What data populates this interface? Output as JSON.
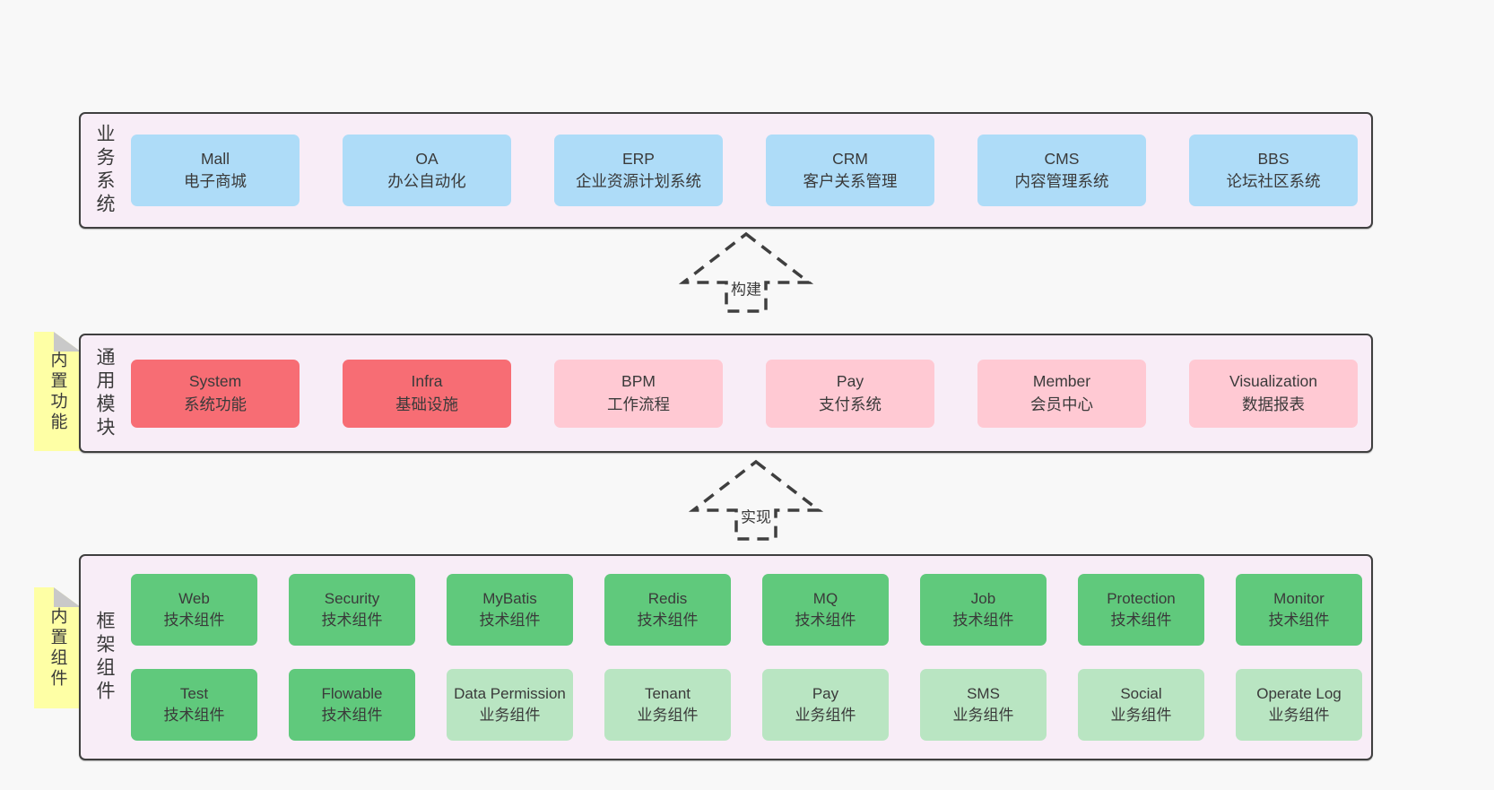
{
  "colors": {
    "page_bg": "#f8f8f8",
    "panel_bg": "#f8edf7",
    "panel_border": "#3f3f3f",
    "blue": "#aedcf8",
    "red": "#f76d74",
    "pink": "#ffc9d3",
    "green": "#60c97c",
    "light_green": "#b9e5c2",
    "note_yellow": "#feffa5",
    "note_fold": "#c9c9c9",
    "text": "#3a3a3a"
  },
  "arrows": [
    {
      "label": "构建"
    },
    {
      "label": "实现"
    }
  ],
  "layers": [
    {
      "label": "业务系统",
      "rows": [
        [
          {
            "name": "Mall",
            "desc": "电子商城",
            "color": "blue"
          },
          {
            "name": "OA",
            "desc": "办公自动化",
            "color": "blue"
          },
          {
            "name": "ERP",
            "desc": "企业资源计划系统",
            "color": "blue"
          },
          {
            "name": "CRM",
            "desc": "客户关系管理",
            "color": "blue"
          },
          {
            "name": "CMS",
            "desc": "内容管理系统",
            "color": "blue"
          },
          {
            "name": "BBS",
            "desc": "论坛社区系统",
            "color": "blue"
          }
        ]
      ]
    },
    {
      "label": "通用模块",
      "note": "内置功能",
      "rows": [
        [
          {
            "name": "System",
            "desc": "系统功能",
            "color": "red"
          },
          {
            "name": "Infra",
            "desc": "基础设施",
            "color": "red"
          },
          {
            "name": "BPM",
            "desc": "工作流程",
            "color": "pink"
          },
          {
            "name": "Pay",
            "desc": "支付系统",
            "color": "pink"
          },
          {
            "name": "Member",
            "desc": "会员中心",
            "color": "pink"
          },
          {
            "name": "Visualization",
            "desc": "数据报表",
            "color": "pink"
          }
        ]
      ]
    },
    {
      "label": "框架组件",
      "note": "内置组件",
      "rows": [
        [
          {
            "name": "Web",
            "desc": "技术组件",
            "color": "green"
          },
          {
            "name": "Security",
            "desc": "技术组件",
            "color": "green"
          },
          {
            "name": "MyBatis",
            "desc": "技术组件",
            "color": "green"
          },
          {
            "name": "Redis",
            "desc": "技术组件",
            "color": "green"
          },
          {
            "name": "MQ",
            "desc": "技术组件",
            "color": "green"
          },
          {
            "name": "Job",
            "desc": "技术组件",
            "color": "green"
          },
          {
            "name": "Protection",
            "desc": "技术组件",
            "color": "green"
          },
          {
            "name": "Monitor",
            "desc": "技术组件",
            "color": "green"
          }
        ],
        [
          {
            "name": "Test",
            "desc": "技术组件",
            "color": "green"
          },
          {
            "name": "Flowable",
            "desc": "技术组件",
            "color": "green"
          },
          {
            "name": "Data Permission",
            "desc": "业务组件",
            "color": "light_green"
          },
          {
            "name": "Tenant",
            "desc": "业务组件",
            "color": "light_green"
          },
          {
            "name": "Pay",
            "desc": "业务组件",
            "color": "light_green"
          },
          {
            "name": "SMS",
            "desc": "业务组件",
            "color": "light_green"
          },
          {
            "name": "Social",
            "desc": "业务组件",
            "color": "light_green"
          },
          {
            "name": "Operate Log",
            "desc": "业务组件",
            "color": "light_green"
          }
        ]
      ]
    }
  ]
}
